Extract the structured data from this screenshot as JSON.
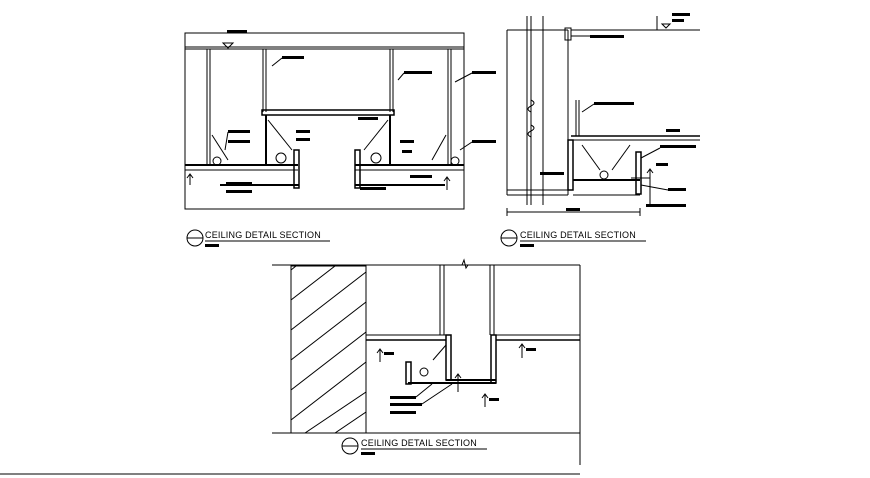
{
  "drawing": {
    "background": "#ffffff",
    "line_color": "#000000",
    "sections": [
      {
        "id": "a",
        "title": "CEILING DETAIL SECTION"
      },
      {
        "id": "b",
        "title": "CEILING DETAIL SECTION"
      },
      {
        "id": "c",
        "title": "CEILING DETAIL SECTION"
      }
    ]
  }
}
